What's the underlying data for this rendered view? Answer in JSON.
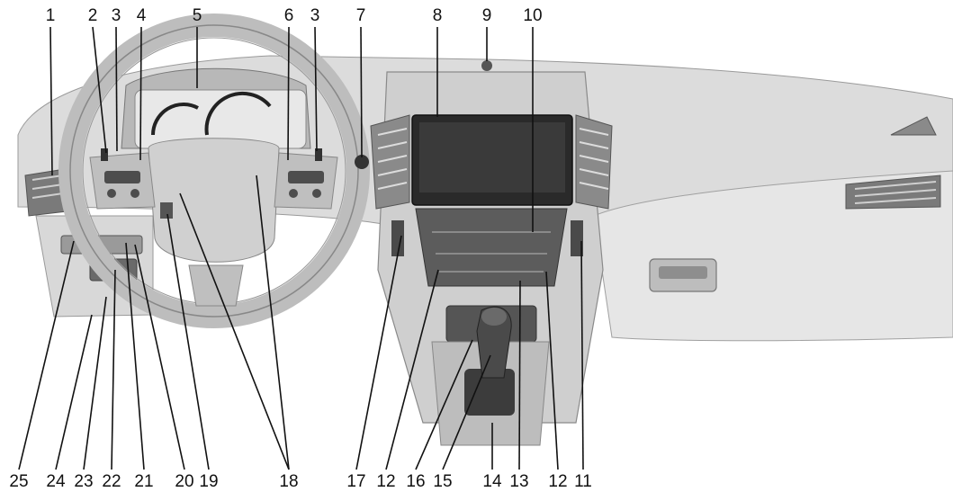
{
  "figure": {
    "image": "Vehicle instrument panel overview (grayscale line illustration): steering wheel, instrument cluster, center stack touchscreen, climate vents, shift lever, glove box",
    "top_callouts": [
      "1",
      "2",
      "3",
      "4",
      "5",
      "6",
      "3",
      "7",
      "8",
      "9",
      "10"
    ],
    "bottom_callouts": [
      "25",
      "24",
      "23",
      "22",
      "21",
      "20",
      "19",
      "18",
      "17",
      "12",
      "16",
      "15",
      "14",
      "13",
      "12",
      "11"
    ]
  },
  "palette": {
    "background": "#ffffff",
    "dash_light": "#dedede",
    "dash_mid": "#c2c2c2",
    "dash_dark": "#8a8a8a",
    "screen": "#2a2a2a",
    "ink": "#111111"
  }
}
